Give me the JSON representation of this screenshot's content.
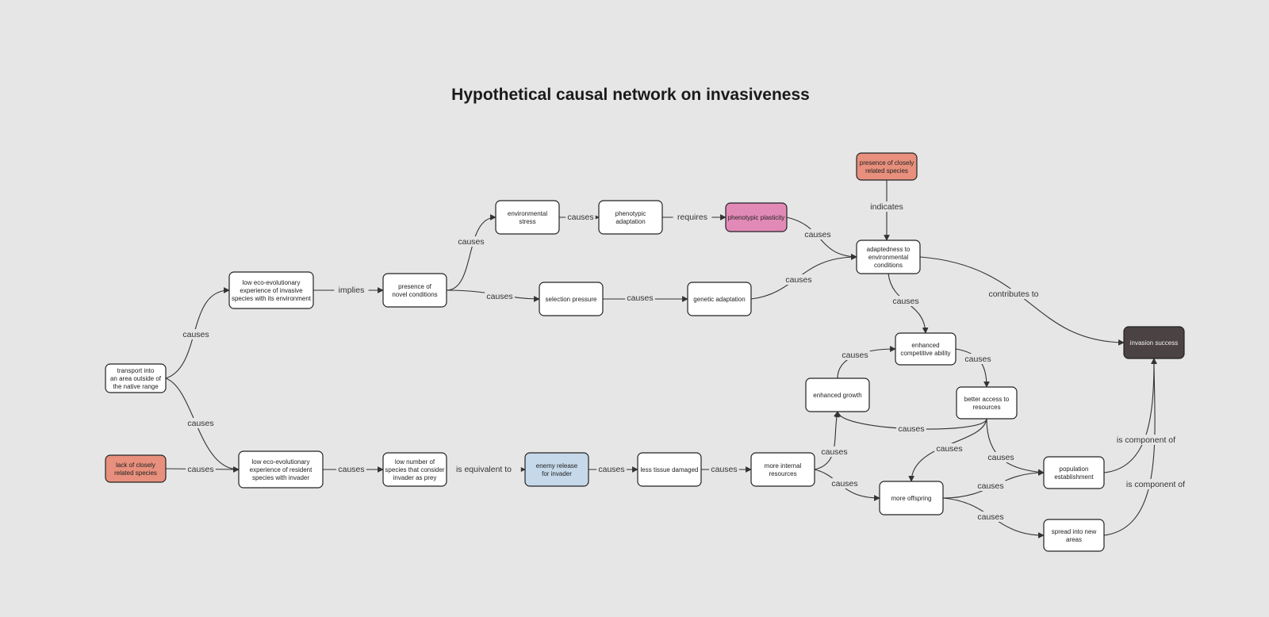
{
  "title": "Hypothetical causal network on invasiveness",
  "colors": {
    "background": "#e6e6e6",
    "default_node": "#ffffff",
    "salmon": "#e8907d",
    "pink": "#e28ab7",
    "light_blue": "#c5d9ea",
    "dark": "#4a4243"
  },
  "nodes": [
    {
      "id": "transport",
      "lines": [
        "transport into",
        "an area outside of",
        "the native range"
      ],
      "color": "default_node"
    },
    {
      "id": "lack_related",
      "lines": [
        "lack of closely",
        "related species"
      ],
      "color": "salmon"
    },
    {
      "id": "low_eco_invasive",
      "lines": [
        "low eco-evolutionary",
        "experience of invasive",
        "species with its environment"
      ],
      "color": "default_node"
    },
    {
      "id": "low_eco_resident",
      "lines": [
        "low eco-evolutionary",
        "experience of resident",
        "species with invader"
      ],
      "color": "default_node"
    },
    {
      "id": "novel_conditions",
      "lines": [
        "presence of",
        "novel conditions"
      ],
      "color": "default_node"
    },
    {
      "id": "low_number",
      "lines": [
        "low number of",
        "species that consider",
        "invader as prey"
      ],
      "color": "default_node"
    },
    {
      "id": "env_stress",
      "lines": [
        "environmental",
        "stress"
      ],
      "color": "default_node"
    },
    {
      "id": "pheno_adapt",
      "lines": [
        "phenotypic",
        "adaptation"
      ],
      "color": "default_node"
    },
    {
      "id": "pheno_plast",
      "lines": [
        "phenotypic plasticity"
      ],
      "color": "pink"
    },
    {
      "id": "selection",
      "lines": [
        "selection pressure"
      ],
      "color": "default_node"
    },
    {
      "id": "genetic",
      "lines": [
        "genetic adaptation"
      ],
      "color": "default_node"
    },
    {
      "id": "presence_related",
      "lines": [
        "presence of closely",
        "related species"
      ],
      "color": "salmon"
    },
    {
      "id": "adaptedness",
      "lines": [
        "adaptedness to",
        "environmental",
        "conditions"
      ],
      "color": "default_node"
    },
    {
      "id": "enemy_release",
      "lines": [
        "enemy release",
        "for invader"
      ],
      "color": "light_blue"
    },
    {
      "id": "less_tissue",
      "lines": [
        "less tissue damaged"
      ],
      "color": "default_node"
    },
    {
      "id": "more_internal",
      "lines": [
        "more internal",
        "resources"
      ],
      "color": "default_node"
    },
    {
      "id": "enh_competitive",
      "lines": [
        "enhanced",
        "competitive ability"
      ],
      "color": "default_node"
    },
    {
      "id": "enh_growth",
      "lines": [
        "enhanced growth"
      ],
      "color": "default_node"
    },
    {
      "id": "better_access",
      "lines": [
        "better access to",
        "resources"
      ],
      "color": "default_node"
    },
    {
      "id": "more_offspring",
      "lines": [
        "more offspring"
      ],
      "color": "default_node"
    },
    {
      "id": "pop_establishment",
      "lines": [
        "population",
        "establishment"
      ],
      "color": "default_node"
    },
    {
      "id": "spread",
      "lines": [
        "spread into new",
        "areas"
      ],
      "color": "default_node"
    },
    {
      "id": "invasion_success",
      "lines": [
        "invasion success"
      ],
      "color": "dark"
    }
  ],
  "edges": [
    {
      "from": "transport",
      "to": "low_eco_invasive",
      "label": "causes"
    },
    {
      "from": "transport",
      "to": "low_eco_resident",
      "label": "causes"
    },
    {
      "from": "lack_related",
      "to": "low_eco_resident",
      "label": "causes"
    },
    {
      "from": "low_eco_invasive",
      "to": "novel_conditions",
      "label": "implies"
    },
    {
      "from": "novel_conditions",
      "to": "env_stress",
      "label": "causes"
    },
    {
      "from": "novel_conditions",
      "to": "selection",
      "label": "causes"
    },
    {
      "from": "env_stress",
      "to": "pheno_adapt",
      "label": "causes"
    },
    {
      "from": "pheno_adapt",
      "to": "pheno_plast",
      "label": "requires"
    },
    {
      "from": "pheno_plast",
      "to": "adaptedness",
      "label": "causes"
    },
    {
      "from": "selection",
      "to": "genetic",
      "label": "causes"
    },
    {
      "from": "genetic",
      "to": "adaptedness",
      "label": "causes"
    },
    {
      "from": "presence_related",
      "to": "adaptedness",
      "label": "indicates"
    },
    {
      "from": "adaptedness",
      "to": "invasion_success",
      "label": "contributes to"
    },
    {
      "from": "adaptedness",
      "to": "enh_competitive",
      "label": "causes"
    },
    {
      "from": "low_eco_resident",
      "to": "low_number",
      "label": "causes"
    },
    {
      "from": "low_number",
      "to": "enemy_release",
      "label": "is equivalent to"
    },
    {
      "from": "enemy_release",
      "to": "less_tissue",
      "label": "causes"
    },
    {
      "from": "less_tissue",
      "to": "more_internal",
      "label": "causes"
    },
    {
      "from": "more_internal",
      "to": "enh_growth",
      "label": "causes"
    },
    {
      "from": "more_internal",
      "to": "more_offspring",
      "label": "causes"
    },
    {
      "from": "enh_growth",
      "to": "enh_competitive",
      "label": "causes"
    },
    {
      "from": "enh_competitive",
      "to": "better_access",
      "label": "causes"
    },
    {
      "from": "better_access",
      "to": "enh_growth",
      "label": "causes"
    },
    {
      "from": "better_access",
      "to": "more_offspring",
      "label": "causes"
    },
    {
      "from": "better_access",
      "to": "pop_establishment",
      "label": "causes"
    },
    {
      "from": "more_offspring",
      "to": "pop_establishment",
      "label": "causes"
    },
    {
      "from": "more_offspring",
      "to": "spread",
      "label": "causes"
    },
    {
      "from": "pop_establishment",
      "to": "invasion_success",
      "label": "is component of"
    },
    {
      "from": "spread",
      "to": "invasion_success",
      "label": "is component of"
    }
  ]
}
